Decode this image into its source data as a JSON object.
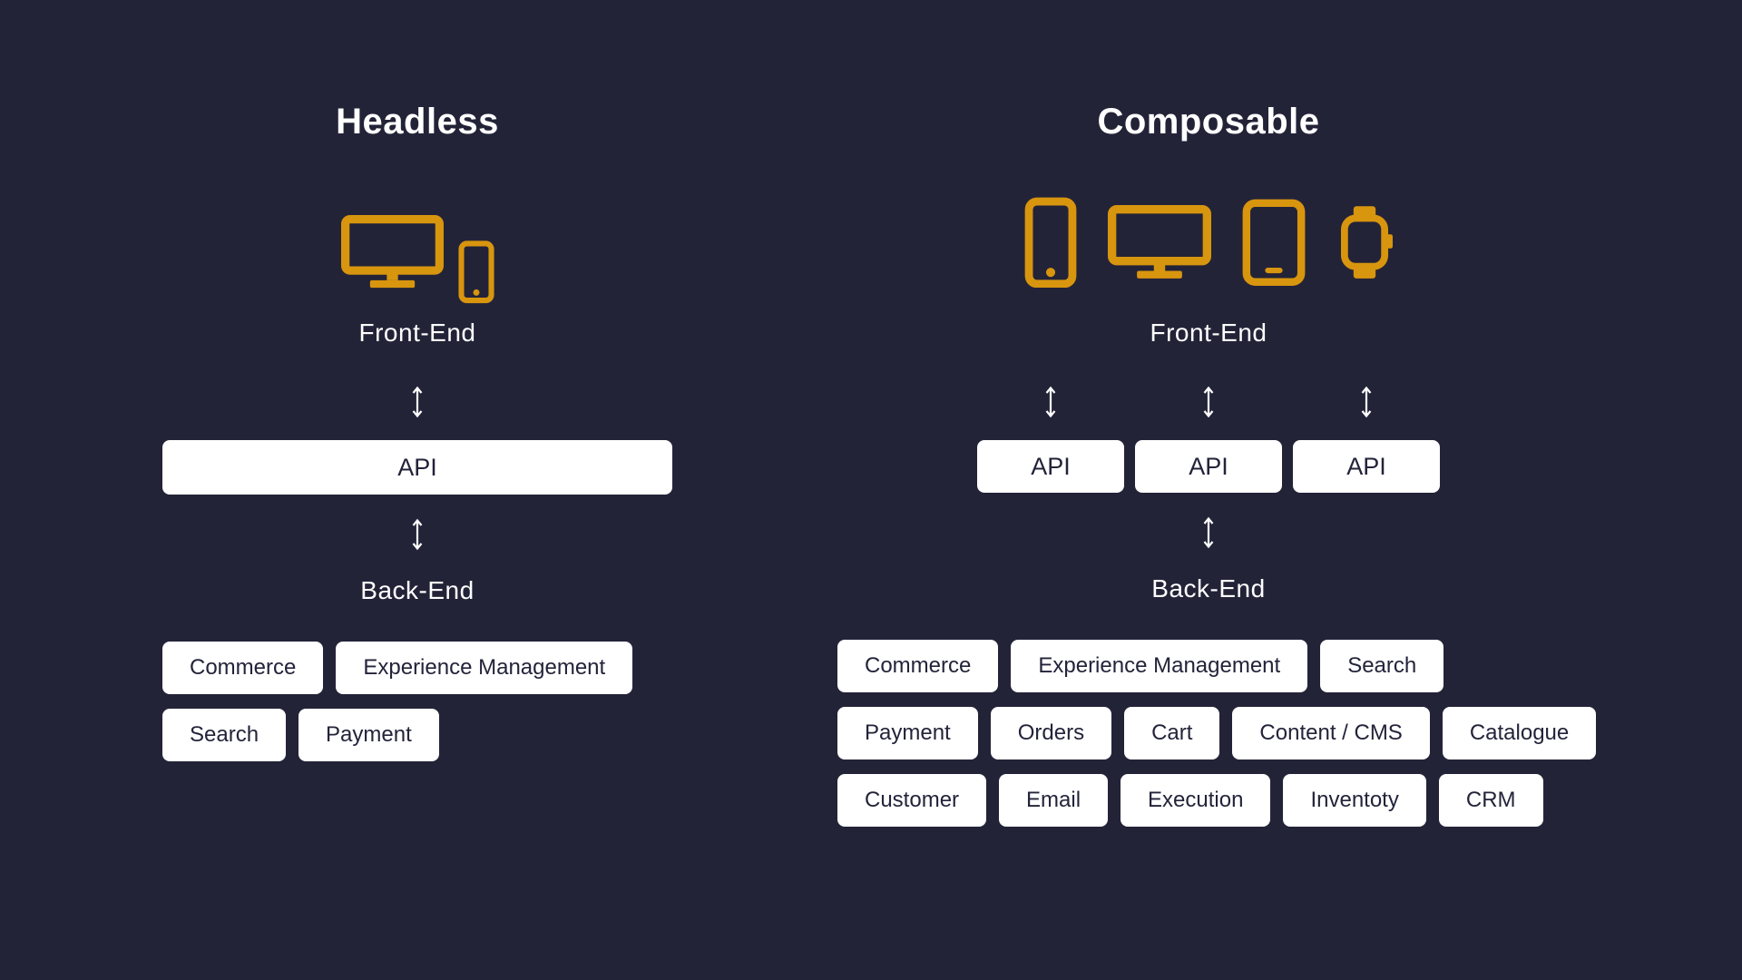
{
  "colors": {
    "background": "#232338",
    "accent_orange": "#D8950E",
    "card_background": "#FFFFFF",
    "card_text": "#23233A",
    "text": "#FFFFFF"
  },
  "headless": {
    "title": "Headless",
    "front_end_label": "Front-End",
    "api_label": "API",
    "back_end_label": "Back-End",
    "device_icons": [
      "monitor-icon",
      "phone-icon"
    ],
    "service_rows": [
      [
        "Commerce",
        "Experience Management"
      ],
      [
        "Search",
        "Payment"
      ]
    ]
  },
  "composable": {
    "title": "Composable",
    "front_end_label": "Front-End",
    "api_labels": [
      "API",
      "API",
      "API"
    ],
    "back_end_label": "Back-End",
    "device_icons": [
      "phone-icon",
      "monitor-icon",
      "tablet-icon",
      "watch-icon"
    ],
    "service_rows": [
      [
        "Commerce",
        "Experience Management",
        "Search"
      ],
      [
        "Payment",
        "Orders",
        "Cart",
        "Content / CMS",
        "Catalogue"
      ],
      [
        "Customer",
        "Email",
        "Execution",
        "Inventoty",
        "CRM"
      ]
    ]
  }
}
